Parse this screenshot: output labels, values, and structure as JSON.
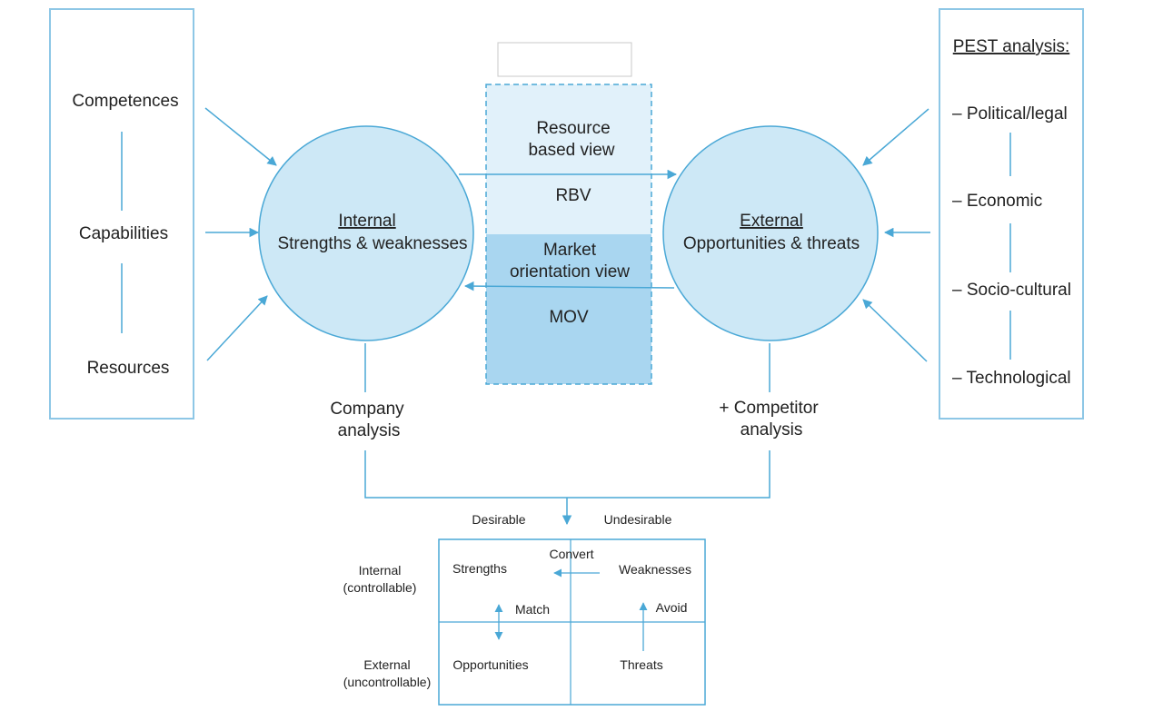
{
  "left_panel": {
    "items": [
      "Competences",
      "Capabilities",
      "Resources"
    ]
  },
  "right_panel": {
    "title": "PEST analysis:",
    "items": [
      "– Political/legal",
      "– Economic",
      "– Socio-cultural",
      "– Technological"
    ]
  },
  "internal_circle": {
    "heading": "Internal",
    "subheading": "Strengths & weaknesses",
    "caption_line1": "Company",
    "caption_line2": "analysis"
  },
  "external_circle": {
    "heading": "External",
    "subheading": "Opportunities & threats",
    "caption_line1": "+ Competitor",
    "caption_line2": "analysis"
  },
  "center_column": {
    "rbv_line1": "Resource",
    "rbv_line2": "based view",
    "rbv_abbr": "RBV",
    "mov_line1": "Market",
    "mov_line2": "orientation view",
    "mov_abbr": "MOV"
  },
  "swot": {
    "col_desirable": "Desirable",
    "col_undesirable": "Undesirable",
    "row_internal_line1": "Internal",
    "row_internal_line2": "(controllable)",
    "row_external_line1": "External",
    "row_external_line2": "(uncontrollable)",
    "strengths": "Strengths",
    "weaknesses": "Weaknesses",
    "opportunities": "Opportunities",
    "threats": "Threats",
    "convert": "Convert",
    "match": "Match",
    "avoid": "Avoid"
  },
  "colors": {
    "line": "#4aa8d6",
    "circle_fill": "#cde8f6",
    "rbv_fill": "#e1f1fa",
    "mov_fill": "#a9d6f0",
    "text": "#222222"
  }
}
